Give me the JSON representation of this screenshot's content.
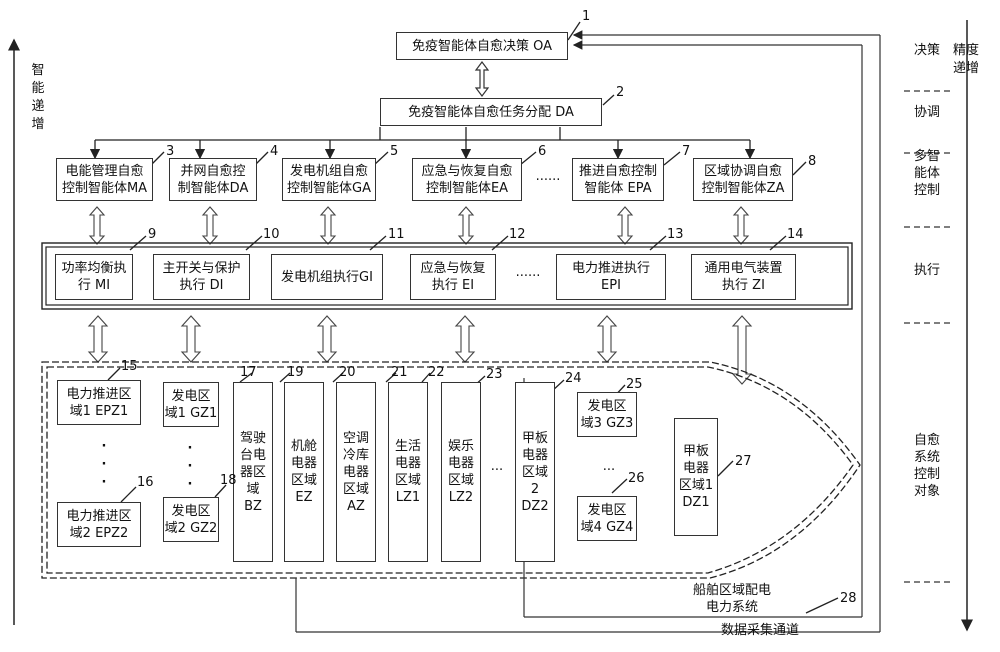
{
  "left_axis_label": "智\n能\n递\n增",
  "right_axis_label": "精度\n递增",
  "layers": [
    "决策",
    "协调",
    "多智\n能体\n控制",
    "执行",
    "自愈\n系统\n控制\n对象"
  ],
  "decision_box": "免疫智能体自愈决策 OA",
  "coordination_box": "免疫智能体自愈任务分配 DA",
  "agents": [
    "电能管理自愈\n控制智能体MA",
    "并网自愈控\n制智能体DA",
    "发电机组自愈\n控制智能体GA",
    "应急与恢复自愈\n控制智能体EA",
    "推进自愈控制\n智能体 EPA",
    "区域协调自愈\n控制智能体ZA"
  ],
  "executors": [
    "功率均衡执\n行 MI",
    "主开关与保护\n执行 DI",
    "发电机组执行GI",
    "应急与恢复\n执行 EI",
    "电力推进执行\nEPI",
    "通用电气装置\n执行 ZI"
  ],
  "ellipsis": "......",
  "zones": {
    "epz1": "电力推进区\n域1 EPZ1",
    "epz2": "电力推进区\n域2 EPZ2",
    "gz1": "发电区\n域1 GZ1",
    "gz2": "发电区\n域2 GZ2",
    "bz": "驾驶\n台电\n器区\n域\nBZ",
    "ez": "机舱\n电器\n区域\nEZ",
    "az": "空调\n冷库\n电器\n区域\nAZ",
    "lz1": "生活\n电器\n区域\nLZ1",
    "lz2": "娱乐\n电器\n区域\nLZ2",
    "dz2": "甲板\n电器\n区域\n2\nDZ2",
    "gz3": "发电区\n域3 GZ3",
    "gz4": "发电区\n域4 GZ4",
    "dz1": "甲板\n电器\n区域1\nDZ1"
  },
  "vdots": "·\n·\n·",
  "hdots": "...",
  "system_label": "船舶区域配电\n电力系统",
  "data_channel_label": "数据采集通道",
  "numbers": [
    "1",
    "2",
    "3",
    "4",
    "5",
    "6",
    "7",
    "8",
    "9",
    "10",
    "11",
    "12",
    "13",
    "14",
    "15",
    "16",
    "17",
    "18",
    "19",
    "20",
    "21",
    "22",
    "23",
    "24",
    "25",
    "26",
    "27",
    "28"
  ]
}
